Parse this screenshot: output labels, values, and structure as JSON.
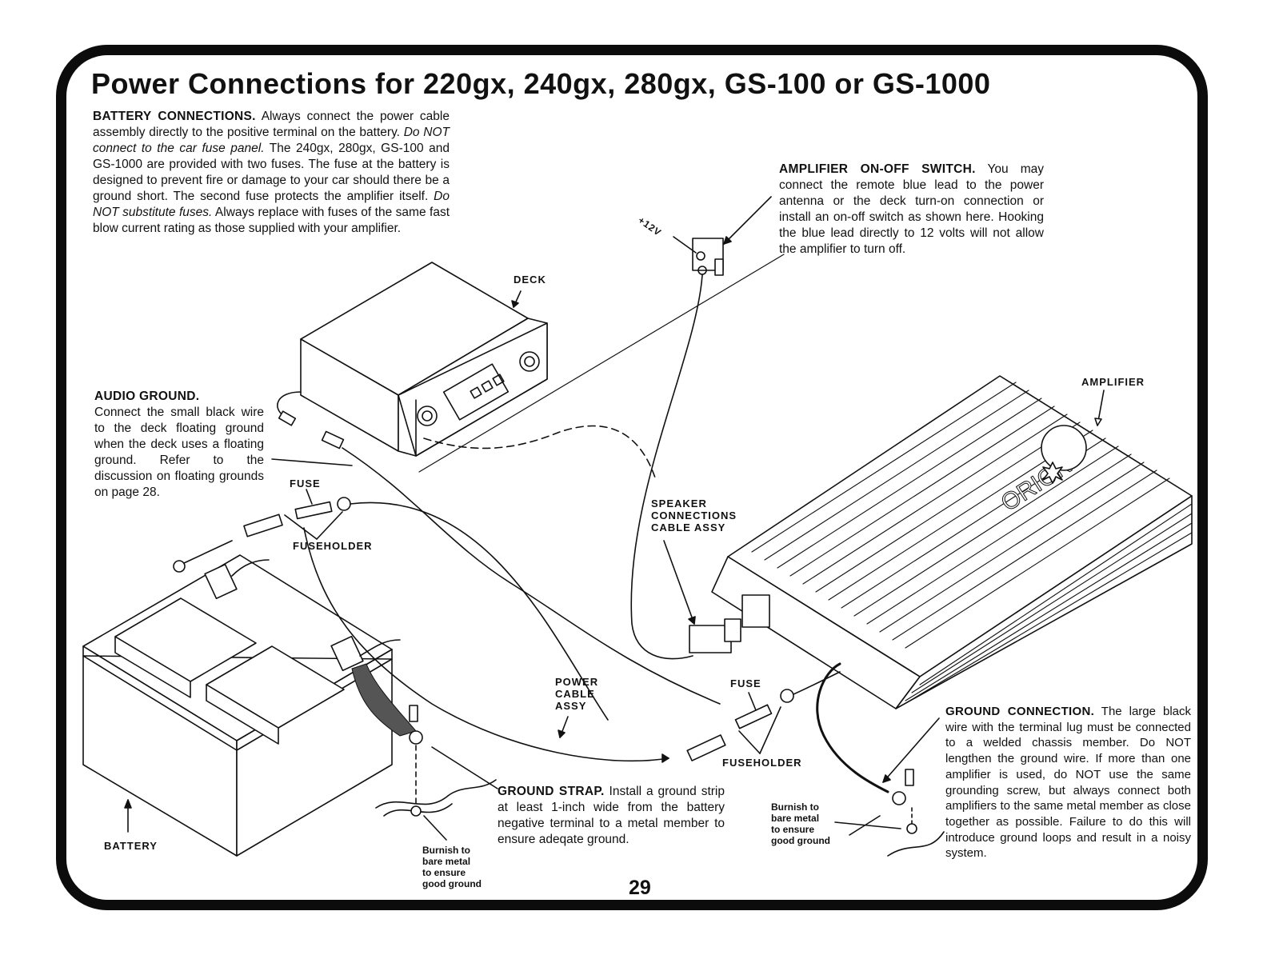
{
  "title": "Power Connections for 220gx, 240gx, 280gx, GS-100 or GS-1000",
  "battery_connections": {
    "heading": "BATTERY CONNECTIONS.",
    "text1": " Always connect the power cable assembly directly to the positive terminal on the battery. ",
    "italic1": "Do NOT connect to the car fuse panel.",
    "text2": " The 240gx, 280gx, GS-100 and GS-1000 are provided with two fuses. The fuse at the battery is designed to prevent fire or damage to your car should there be a ground short. The second fuse protects the amplifier itself. ",
    "italic2": "Do NOT substitute fuses.",
    "text3": " Always replace with fuses of the same fast blow current rating as those supplied with your amplifier."
  },
  "amplifier_switch": {
    "heading": "AMPLIFIER ON-OFF SWITCH.",
    "text": " You may connect the remote blue lead to the power antenna or the deck turn-on connection or install an on-off switch as shown here. Hooking the blue lead directly to 12 volts will not allow the amplifier to turn off."
  },
  "audio_ground": {
    "heading": "AUDIO GROUND.",
    "text": "Connect the small black wire to the deck floating ground when the deck uses a floating ground. Refer to the discussion on floating grounds on page 28."
  },
  "ground_strap": {
    "heading": "GROUND STRAP.",
    "text": " Install a ground strip at least 1-inch wide from the battery negative terminal to a metal member to ensure adeqate ground."
  },
  "ground_connection": {
    "heading": "GROUND CONNECTION.",
    "text": " The large black wire with the terminal lug must be connected to a welded chassis member. Do NOT lengthen the ground wire. If more than one amplifier is used, do NOT use the same grounding screw, but always connect both amplifiers to the same metal member as close together as possible. Failure to do this will introduce ground loops and result in a noisy system."
  },
  "labels": {
    "deck": "DECK",
    "amplifier": "AMPLIFIER",
    "battery": "BATTERY",
    "fuse_top": "FUSE",
    "fuseholder_top": "FUSEHOLDER",
    "fuse_bottom": "FUSE",
    "fuseholder_bottom": "FUSEHOLDER",
    "speaker_cable": [
      "SPEAKER",
      "CONNECTIONS",
      "CABLE ASSY"
    ],
    "power_cable": [
      "POWER",
      "CABLE",
      "ASSY"
    ],
    "plus12v": "+12V",
    "brand": "ORION",
    "burnish_left": [
      "Burnish to",
      "bare metal",
      "to ensure",
      "good ground"
    ],
    "burnish_right": [
      "Burnish to",
      "bare metal",
      "to ensure",
      "good ground"
    ]
  },
  "page_number": "29"
}
